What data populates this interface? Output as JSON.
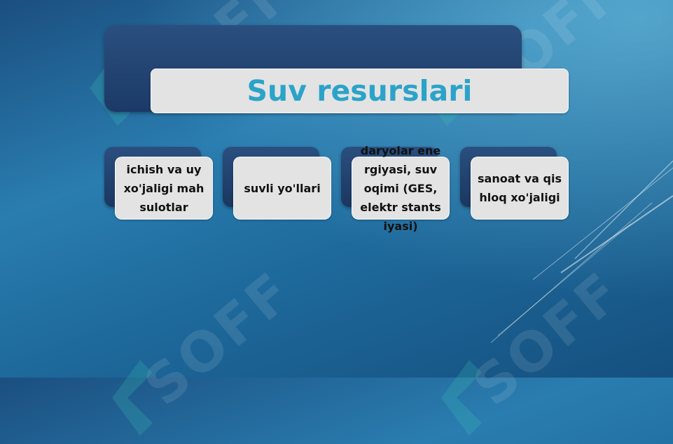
{
  "diagram": {
    "title": "Suv resurslari",
    "items": [
      {
        "label": "ichish va uy xo'jaligi mahsulotlar"
      },
      {
        "label": "suvli yo'llari"
      },
      {
        "label": "daryolar energiyasi, suv oqimi (GES, elektr stantsiyasi)"
      },
      {
        "label": "sanoat va qishloq xo'jaligi"
      }
    ]
  },
  "watermark": {
    "text": "SOFF"
  },
  "colors": {
    "title_text": "#2ba3c9",
    "card_fill": "#e3e3e3",
    "card_back": "#1f4170",
    "background": "#1e6a9c"
  }
}
